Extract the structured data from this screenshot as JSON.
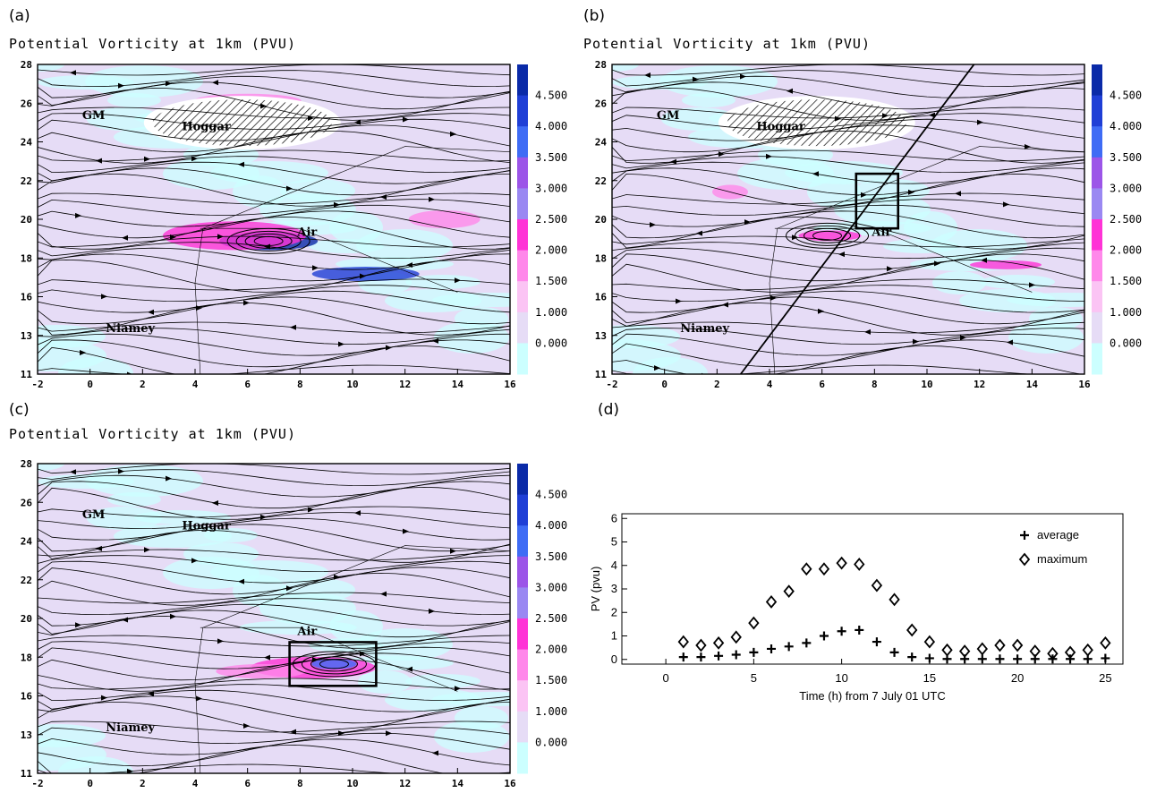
{
  "panels": [
    {
      "label": "(a)",
      "title": "Potential Vorticity at 1km (PVU)",
      "places": [
        "Hoggar",
        "Air",
        "Niamey",
        "GM"
      ],
      "box": null,
      "cross_section_line": false
    },
    {
      "label": "(b)",
      "title": "Potential Vorticity at 1km (PVU)",
      "places": [
        "Hoggar",
        "Air",
        "Niamey",
        "GM"
      ],
      "box": {
        "lon": [
          7.3,
          8.9
        ],
        "lat": [
          19.0,
          22.0
        ]
      },
      "cross_section_line": true
    },
    {
      "label": "(c)",
      "title": "Potential Vorticity at 1km (PVU)",
      "places": [
        "Hoggar",
        "Air",
        "Niamey",
        "GM"
      ],
      "box": {
        "lon": [
          7.6,
          10.9
        ],
        "lat": [
          15.8,
          18.2
        ]
      },
      "cross_section_line": false
    }
  ],
  "map_axes": {
    "x_ticks": [
      "-2",
      "0",
      "2",
      "4",
      "6",
      "8",
      "10",
      "12",
      "14",
      "16"
    ],
    "y_ticks": [
      "28",
      "26",
      "24",
      "22",
      "20",
      "18",
      "16",
      "13",
      "11"
    ]
  },
  "colorbar": {
    "labels": [
      "4.500",
      "4.000",
      "3.500",
      "3.000",
      "2.500",
      "2.000",
      "1.500",
      "1.000",
      "0.000"
    ],
    "colors": [
      "#0a2aa8",
      "#1f3fd6",
      "#3f6cf5",
      "#9c55e8",
      "#9a88f2",
      "#ff33d6",
      "#ff88ea",
      "#fbc4f4",
      "#e6dcf6",
      "#ccffff"
    ]
  },
  "chart_data": {
    "label": "(d)",
    "type": "scatter",
    "title": "",
    "xlabel": "Time (h) from 7 July 01 UTC",
    "ylabel": "PV (pvu)",
    "xlim": [
      -2.5,
      26
    ],
    "ylim": [
      -0.2,
      6.2
    ],
    "x_ticks": [
      0,
      5,
      10,
      15,
      20,
      25
    ],
    "y_ticks": [
      0,
      1,
      2,
      3,
      4,
      5,
      6
    ],
    "series": [
      {
        "name": "average",
        "marker": "plus",
        "x": [
          1,
          2,
          3,
          4,
          5,
          6,
          7,
          8,
          9,
          10,
          11,
          12,
          13,
          14,
          15,
          16,
          17,
          18,
          19,
          20,
          21,
          22,
          23,
          24,
          25
        ],
        "y": [
          0.1,
          0.1,
          0.15,
          0.2,
          0.3,
          0.45,
          0.55,
          0.7,
          1.0,
          1.2,
          1.25,
          0.75,
          0.3,
          0.1,
          0.05,
          0.02,
          0.02,
          0.02,
          0.02,
          0.02,
          0.02,
          0.02,
          0.02,
          0.02,
          0.05
        ]
      },
      {
        "name": "maximum",
        "marker": "diamond",
        "x": [
          1,
          2,
          3,
          4,
          5,
          6,
          7,
          8,
          9,
          10,
          11,
          12,
          13,
          14,
          15,
          16,
          17,
          18,
          19,
          20,
          21,
          22,
          23,
          24,
          25
        ],
        "y": [
          0.75,
          0.6,
          0.7,
          0.95,
          1.55,
          2.45,
          2.9,
          3.85,
          3.85,
          4.1,
          4.05,
          3.15,
          2.55,
          1.25,
          0.75,
          0.4,
          0.35,
          0.45,
          0.6,
          0.6,
          0.35,
          0.25,
          0.3,
          0.4,
          0.7
        ]
      }
    ],
    "legend_position": "top-right"
  }
}
